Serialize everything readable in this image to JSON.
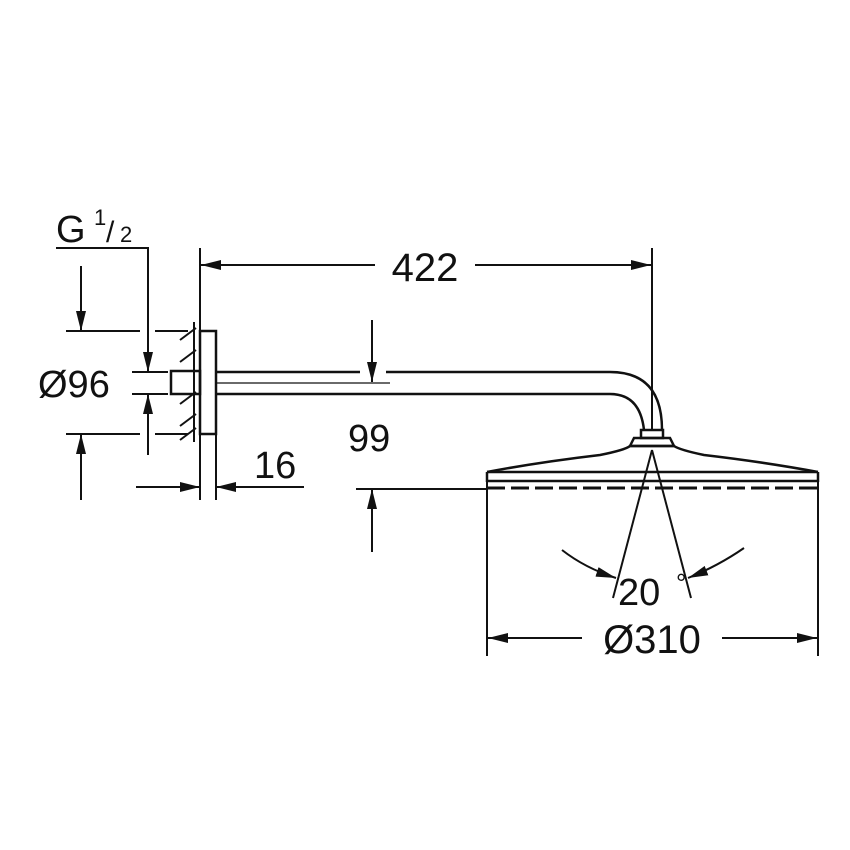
{
  "drawing": {
    "subject": "Rain shower head with wall arm — dimension drawing",
    "line_color": "#111111",
    "background": "#ffffff"
  },
  "labels": {
    "thread": {
      "prefix": "G",
      "numerator": "1",
      "slash": "/",
      "denominator": "2"
    },
    "arm_length": "422",
    "flange_diameter": "Ø96",
    "arm_height": "99",
    "flange_depth": "16",
    "spray_angle": "20",
    "spray_angle_unit": "°",
    "head_diameter": "Ø310"
  }
}
